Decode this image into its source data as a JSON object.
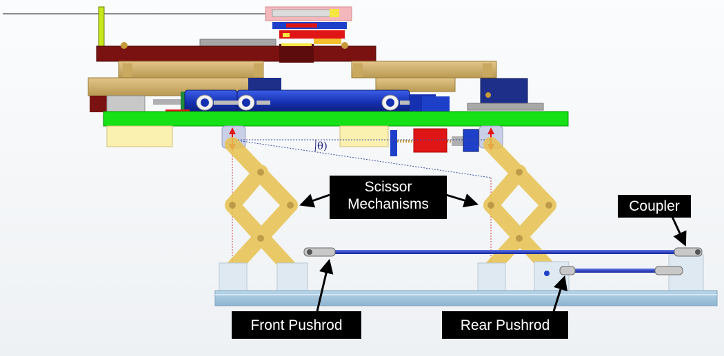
{
  "labels": {
    "scissor_line1": "Scissor",
    "scissor_line2": "Mechanisms",
    "coupler": "Coupler",
    "front_pushrod": "Front Pushrod",
    "rear_pushrod": "Rear Pushrod",
    "angle_symbol": "θ)"
  },
  "colors": {
    "top_plate": "#16e016",
    "upper_plate": "#7a1212",
    "base_rail": "#9fc3dc",
    "scissor_arm": "#e8c24e",
    "pushrod": "#1b2c9e",
    "actuator_body": "#1530b0",
    "motor_red": "#e01616",
    "arrow_red": "#e01616",
    "callout_bg": "#000000",
    "callout_text": "#ffffff"
  }
}
